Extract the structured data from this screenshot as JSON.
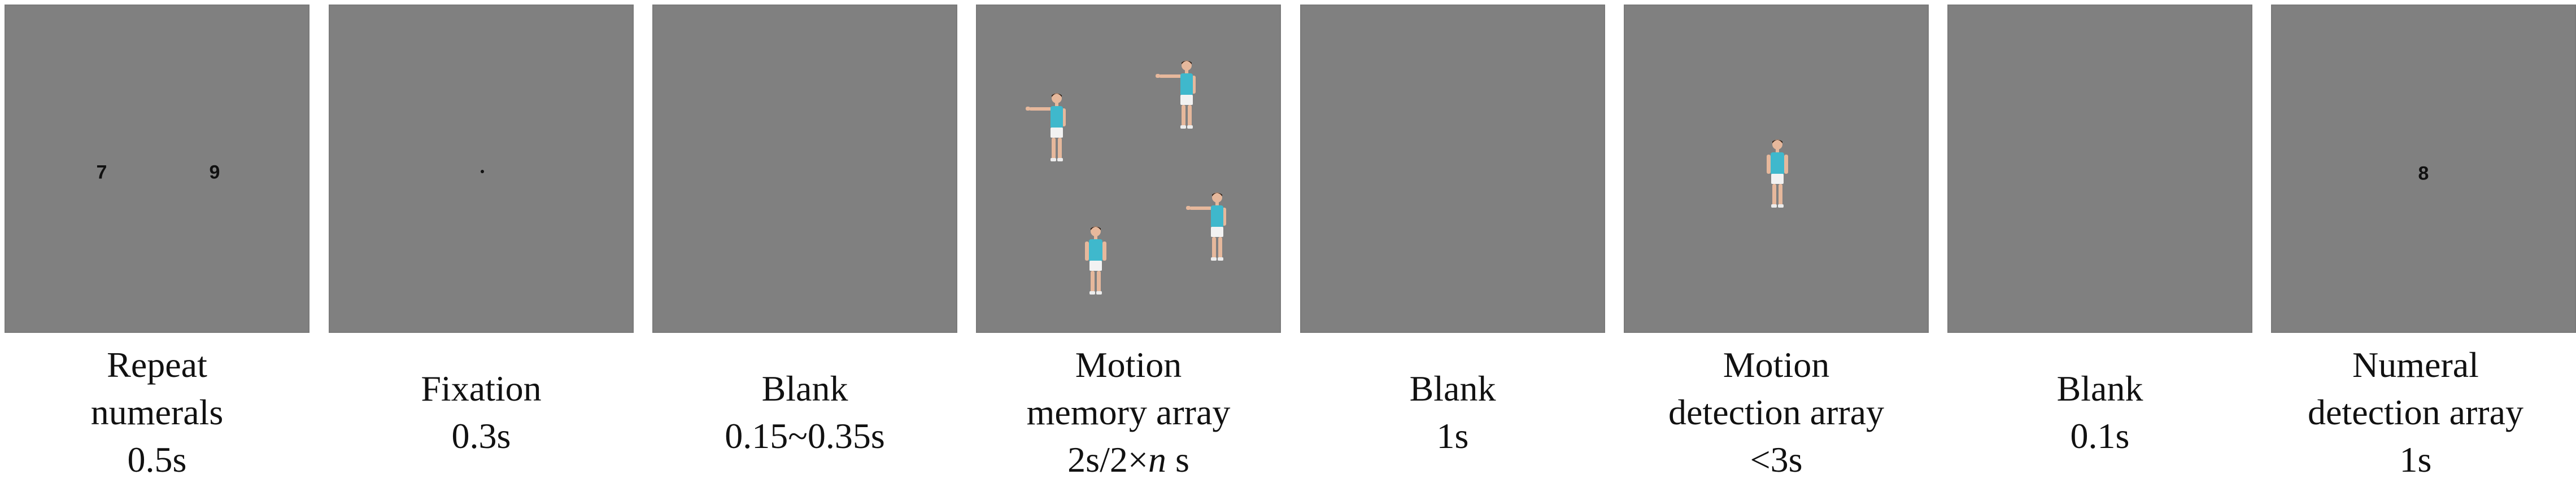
{
  "title": "",
  "colors": {
    "panel_background": "#808080",
    "figure_shirt": "#3fb8cc",
    "figure_skin": "#e6b89c",
    "figure_hair": "#2a1a10",
    "figure_shorts": "#f2f2f2",
    "text": "#111111"
  },
  "frames": [
    {
      "name": "repeat-numerals",
      "numerals": [
        "7",
        "9"
      ],
      "caption": [
        "Repeat",
        "numerals",
        "0.5s"
      ]
    },
    {
      "name": "fixation",
      "caption": [
        "Fixation",
        "0.3s"
      ]
    },
    {
      "name": "blank-1",
      "caption": [
        "Blank",
        "0.15~0.35s"
      ]
    },
    {
      "name": "motion-memory-array",
      "figures": [
        "left-arm-raised",
        "left-arm-raised",
        "arms-down",
        "left-arm-raised"
      ],
      "caption": [
        "Motion",
        "memory array",
        "2s/2×n s"
      ]
    },
    {
      "name": "blank-2",
      "caption": [
        "Blank",
        "1s"
      ]
    },
    {
      "name": "motion-detection-array",
      "figures": [
        "arms-down"
      ],
      "caption": [
        "Motion",
        "detection array",
        "<3s"
      ]
    },
    {
      "name": "blank-3",
      "caption": [
        "Blank",
        "0.1s"
      ]
    },
    {
      "name": "numeral-detection-array",
      "numerals": [
        "8"
      ],
      "caption": [
        "Numeral",
        "detection array",
        "1s"
      ]
    }
  ]
}
